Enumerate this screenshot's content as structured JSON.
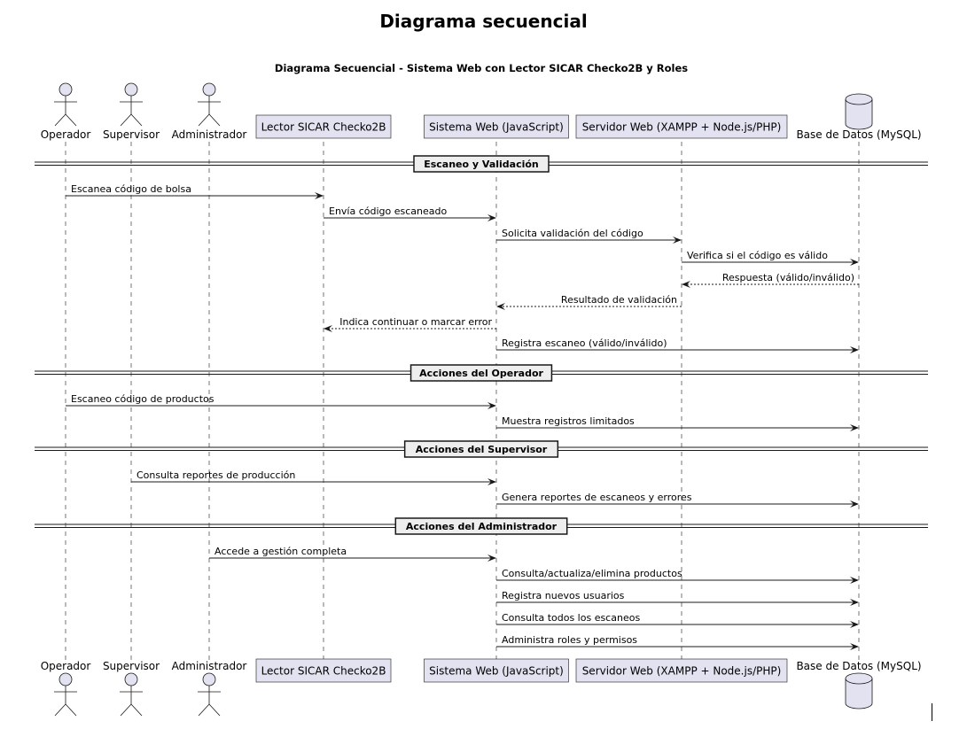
{
  "page_title": "Diagrama secuencial",
  "diagram_title": "Diagrama Secuencial - Sistema Web con Lector SICAR Checko2B y Roles",
  "participants": [
    {
      "id": "operador",
      "label": "Operador",
      "kind": "actor"
    },
    {
      "id": "supervisor",
      "label": "Supervisor",
      "kind": "actor"
    },
    {
      "id": "administrador",
      "label": "Administrador",
      "kind": "actor"
    },
    {
      "id": "lector",
      "label": "Lector SICAR Checko2B",
      "kind": "participant"
    },
    {
      "id": "sistema",
      "label": "Sistema Web (JavaScript)",
      "kind": "participant"
    },
    {
      "id": "servidor",
      "label": "Servidor Web (XAMPP + Node.js/PHP)",
      "kind": "participant"
    },
    {
      "id": "bd",
      "label": "Base de Datos (MySQL)",
      "kind": "database"
    }
  ],
  "sections": [
    {
      "title": "Escaneo y Validación",
      "messages": [
        {
          "from": "operador",
          "to": "lector",
          "text": "Escanea código de bolsa",
          "style": "solid"
        },
        {
          "from": "lector",
          "to": "sistema",
          "text": "Envía código escaneado",
          "style": "solid"
        },
        {
          "from": "sistema",
          "to": "servidor",
          "text": "Solicita validación del código",
          "style": "solid"
        },
        {
          "from": "servidor",
          "to": "bd",
          "text": "Verifica si el código es válido",
          "style": "solid"
        },
        {
          "from": "bd",
          "to": "servidor",
          "text": "Respuesta (válido/inválido)",
          "style": "dashed"
        },
        {
          "from": "servidor",
          "to": "sistema",
          "text": "Resultado de validación",
          "style": "dashed"
        },
        {
          "from": "sistema",
          "to": "lector",
          "text": "Indica continuar o marcar error",
          "style": "dashed"
        },
        {
          "from": "sistema",
          "to": "bd",
          "text": "Registra escaneo (válido/inválido)",
          "style": "solid"
        }
      ]
    },
    {
      "title": "Acciones del Operador",
      "messages": [
        {
          "from": "operador",
          "to": "sistema",
          "text": "Escaneo código de productos",
          "style": "solid"
        },
        {
          "from": "sistema",
          "to": "bd",
          "text": "Muestra registros limitados",
          "style": "solid"
        }
      ]
    },
    {
      "title": "Acciones del Supervisor",
      "messages": [
        {
          "from": "supervisor",
          "to": "sistema",
          "text": "Consulta reportes de producción",
          "style": "solid"
        },
        {
          "from": "sistema",
          "to": "bd",
          "text": "Genera reportes de escaneos y errores",
          "style": "solid"
        }
      ]
    },
    {
      "title": "Acciones del Administrador",
      "messages": [
        {
          "from": "administrador",
          "to": "sistema",
          "text": "Accede a gestión completa",
          "style": "solid"
        },
        {
          "from": "sistema",
          "to": "bd",
          "text": "Consulta/actualiza/elimina productos",
          "style": "solid"
        },
        {
          "from": "sistema",
          "to": "bd",
          "text": "Registra nuevos usuarios",
          "style": "solid"
        },
        {
          "from": "sistema",
          "to": "bd",
          "text": "Consulta todos los escaneos",
          "style": "solid"
        },
        {
          "from": "sistema",
          "to": "bd",
          "text": "Administra roles y permisos",
          "style": "solid"
        }
      ]
    }
  ],
  "colors": {
    "participant_fill": "#e2e2f0",
    "participant_border": "#181818",
    "lifeline": "#181818",
    "divider_label_fill": "#eeeeee"
  }
}
